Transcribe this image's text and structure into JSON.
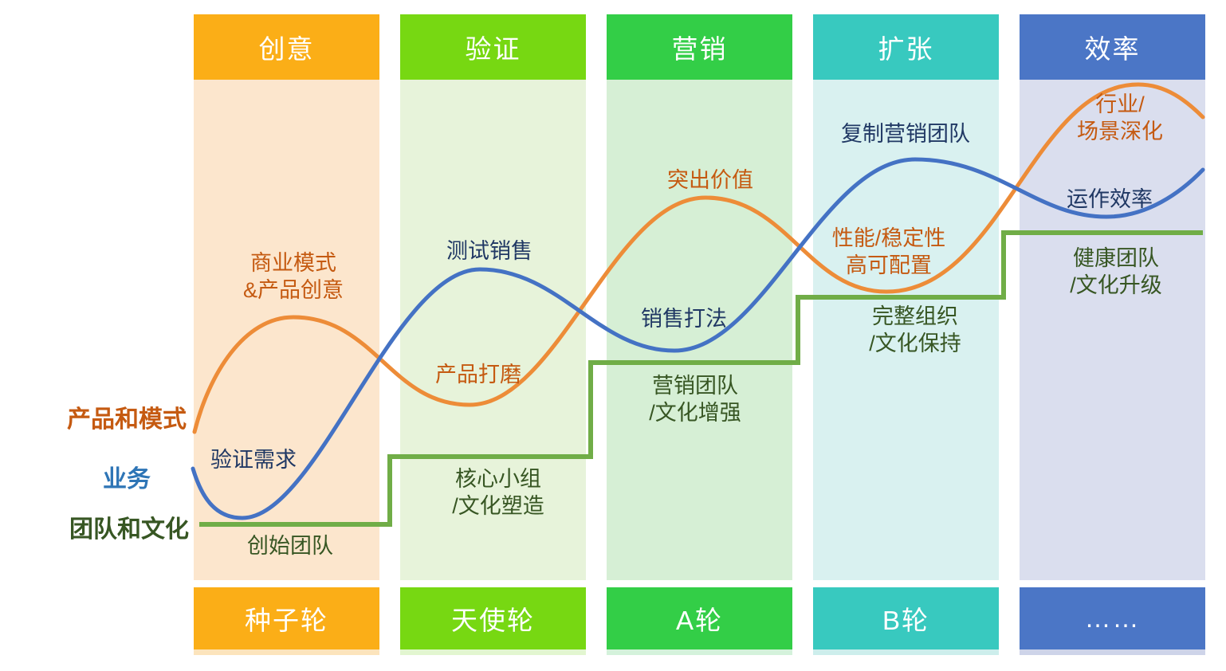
{
  "legend": {
    "product_label": "产品和模式",
    "business_label": "业务",
    "team_label": "团队和文化",
    "product_color": "#C55A11",
    "business_color": "#2E75B6",
    "team_color": "#375623"
  },
  "curves": {
    "product": {
      "name": "产品和模式",
      "color": "#ED8C38",
      "shape": "wave"
    },
    "business": {
      "name": "业务",
      "color": "#4472C4",
      "shape": "wave"
    },
    "team": {
      "name": "团队和文化",
      "color": "#70AD47",
      "shape": "rising-steps"
    }
  },
  "stages": [
    {
      "title": "创意",
      "round": "种子轮",
      "header_color": "#FBAE17",
      "body_color": "#FCE6CD",
      "product_note": [
        "商业模式",
        "&产品创意"
      ],
      "business_note": [
        "验证需求"
      ],
      "team_note": [
        "创始团队"
      ]
    },
    {
      "title": "验证",
      "round": "天使轮",
      "header_color": "#77D812",
      "body_color": "#E7F3DA",
      "product_note": [
        "产品打磨"
      ],
      "business_note": [
        "测试销售"
      ],
      "team_note": [
        "核心小组",
        "/文化塑造"
      ]
    },
    {
      "title": "营销",
      "round": "A轮",
      "header_color": "#33CE47",
      "body_color": "#D6EFD5",
      "product_note": [
        "突出价值"
      ],
      "business_note": [
        "销售打法"
      ],
      "team_note": [
        "营销团队",
        "/文化增强"
      ]
    },
    {
      "title": "扩张",
      "round": "B轮",
      "header_color": "#38C9BF",
      "body_color": "#D9F1F0",
      "product_note": [
        "性能/稳定性",
        "高可配置"
      ],
      "business_note": [
        "复制营销团队"
      ],
      "team_note": [
        "完整组织",
        "/文化保持"
      ]
    },
    {
      "title": "效率",
      "round": "……",
      "header_color": "#4B76C6",
      "body_color": "#DADEEE",
      "product_note": [
        "行业/",
        "场景深化"
      ],
      "business_note": [
        "运作效率"
      ],
      "team_note": [
        "健康团队",
        "/文化升级"
      ]
    }
  ]
}
